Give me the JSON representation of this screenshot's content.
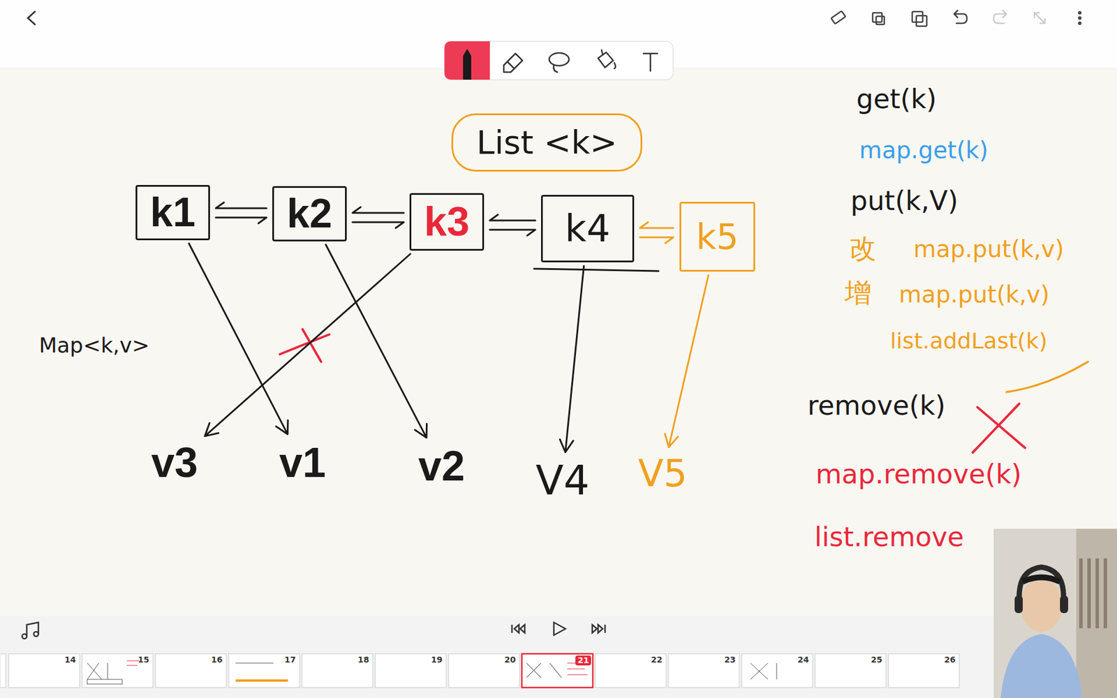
{
  "diagram": {
    "nodes": [
      {
        "text": [
          "List <k>"
        ]
      },
      {
        "text": [
          "k1"
        ]
      },
      {
        "text": [
          "k2"
        ]
      },
      {
        "text": [
          "k3"
        ]
      },
      {
        "text": [
          "k4"
        ]
      },
      {
        "text": [
          "k5"
        ]
      },
      {
        "text": [
          "v3"
        ]
      },
      {
        "text": [
          "v1"
        ]
      },
      {
        "text": [
          "v2"
        ]
      },
      {
        "text": [
          "V4"
        ]
      },
      {
        "text": [
          "V5"
        ]
      }
    ],
    "edges": [
      {
        "from": 1,
        "to": 2,
        "arrow": "both"
      },
      {
        "from": 2,
        "to": 3,
        "arrow": "both"
      },
      {
        "from": 3,
        "to": 4,
        "arrow": "both"
      },
      {
        "from": 4,
        "to": 5,
        "arrow": "both"
      },
      {
        "from": 1,
        "to": 7,
        "arrow": "to"
      },
      {
        "from": 2,
        "to": 8,
        "arrow": "to"
      },
      {
        "from": 3,
        "to": 6,
        "arrow": "to"
      },
      {
        "from": 4,
        "to": 9,
        "arrow": "to"
      },
      {
        "from": 5,
        "to": 10,
        "arrow": "to"
      }
    ],
    "labels": [
      "Map<k,v>",
      "get(k)",
      "map.get(k)",
      "put(k,V)",
      "改",
      "map.put(k,v)",
      "增",
      "map.put(k,v)",
      "list.addLast(k)",
      "remove(k)",
      "map.remove(k)",
      "list.remove",
      "14",
      "15",
      "16",
      "17",
      "18",
      "19",
      "20",
      "21",
      "22",
      "23",
      "24",
      "25",
      "26"
    ]
  }
}
